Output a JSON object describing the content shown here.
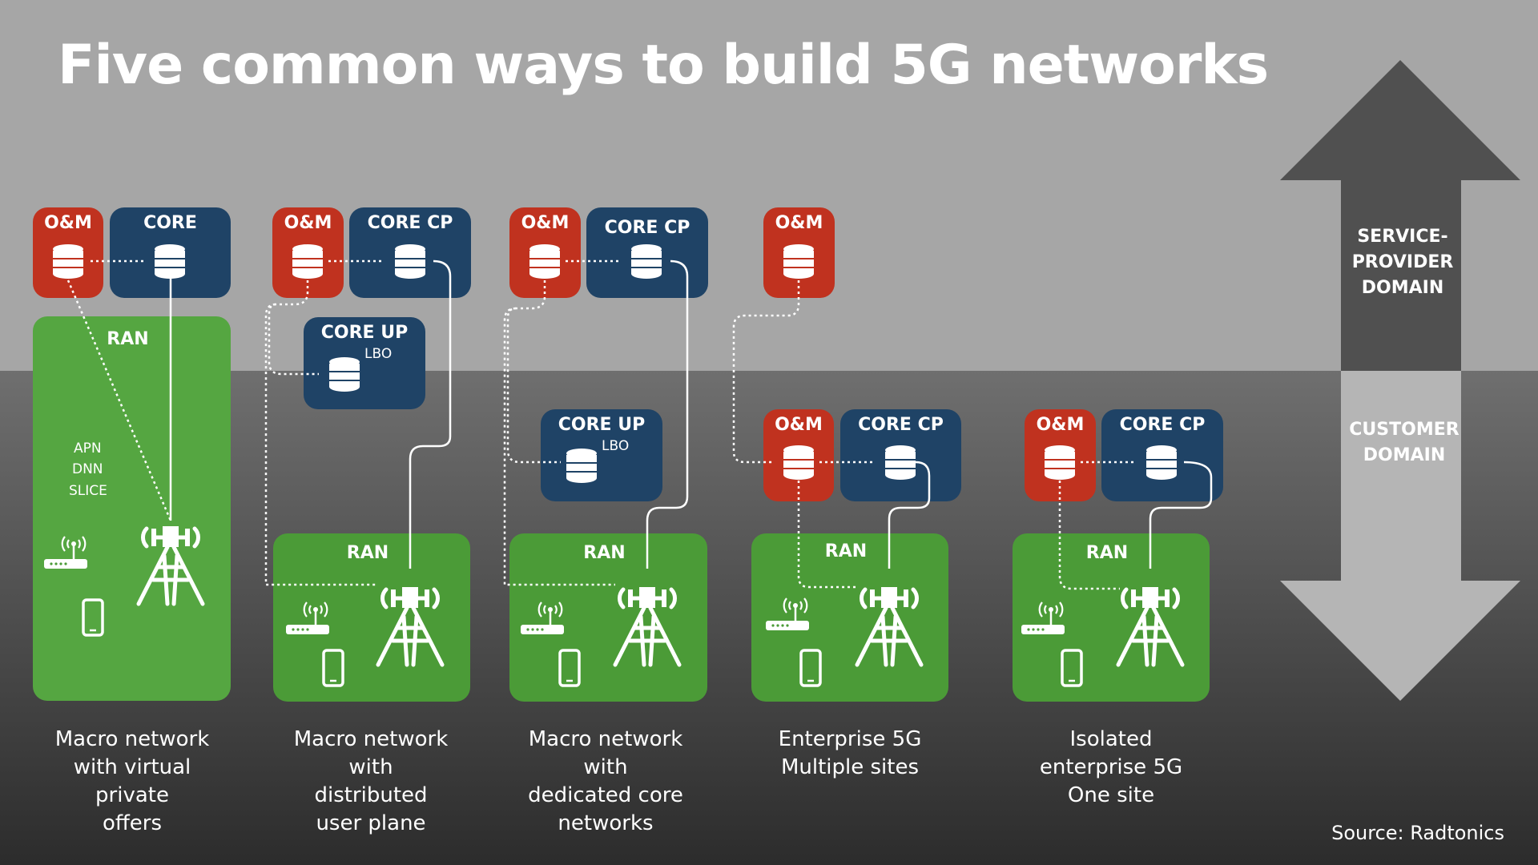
{
  "title": "Five common ways to build 5G networks",
  "domains": {
    "service_provider": [
      "SERVICE-",
      "PROVIDER",
      "DOMAIN"
    ],
    "customer": [
      "CUSTOMER",
      "DOMAIN"
    ]
  },
  "labels": {
    "om": "O&M",
    "core": "CORE",
    "core_cp": "CORE CP",
    "core_up": "CORE UP",
    "lbo": "LBO",
    "ran": "RAN"
  },
  "slice_labels": [
    "APN",
    "DNN",
    "SLICE"
  ],
  "captions": [
    [
      "Macro network",
      "with virtual",
      "private",
      "offers"
    ],
    [
      "Macro network",
      "with",
      "distributed",
      "user plane"
    ],
    [
      "Macro network",
      "with",
      "dedicated core",
      "networks"
    ],
    [
      "Enterprise 5G",
      "Multiple sites"
    ],
    [
      "Isolated",
      "enterprise 5G",
      "One site"
    ]
  ],
  "source": "Source: Radtonics",
  "icons": [
    "database-icon",
    "cell-tower-icon",
    "router-icon",
    "smartphone-icon",
    "double-arrow-icon"
  ],
  "colors": {
    "om_red": "#c0321f",
    "core_blue": "#1f4366",
    "ran_green": "#4b9b37",
    "top_band_gray": "#a6a6a6",
    "arrow_dark": "#505050",
    "arrow_light": "#b5b5b5"
  }
}
